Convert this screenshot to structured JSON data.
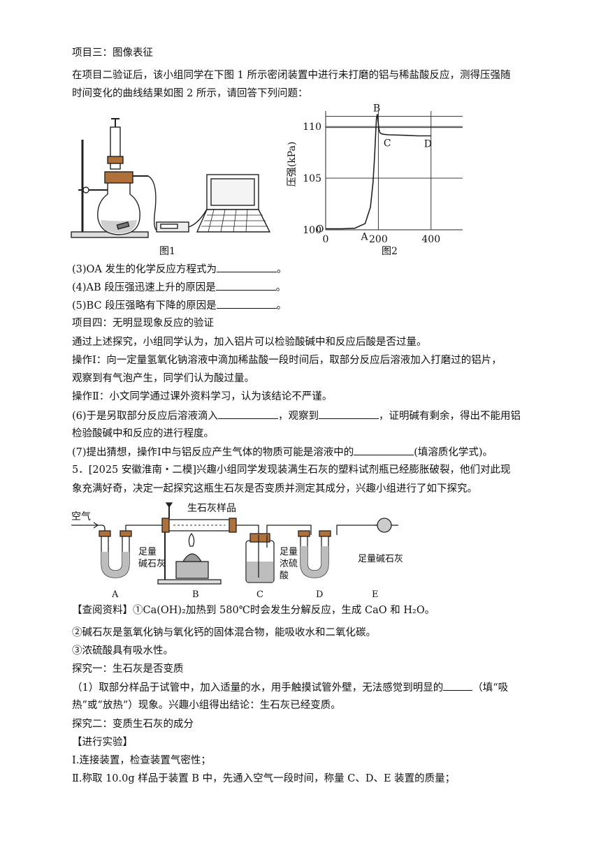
{
  "lines": {
    "l01": "项目三：图像表征",
    "l02": "在项目二验证后，该小组同学在下图 1 所示密闭装置中进行未打磨的铝与稀盐酸反应，测得压强随",
    "l03": "时间变化的曲线结果如图 2 所示，请回答下列问题：",
    "q3": "(3)OA 发生的化学反应方程式为",
    "q4": "(4)AB 段压强迅速上升的原因是",
    "q5": "(5)BC 段压强略有下降的原因是",
    "end_period": "。",
    "p4": "项目四：无明显现象反应的验证",
    "p5": "通过上述探究，小组同学认为，加入铝片可以检验酸碱中和反应后酸是否过量。",
    "p6": "操作Ⅰ：向一定量氢氧化钠溶液中滴加稀盐酸一段时间后，取部分反应后溶液加入打磨过的铝片，",
    "p7": "观察到有气泡产生，同学们认为酸过量。",
    "p8": "操作Ⅱ：小文同学通过课外资料学习，认为该结论不严谨。",
    "q6a": "(6)于是另取部分反应后溶液滴入",
    "q6b": "，观察到",
    "q6c": "，证明碱有剩余，得出不能用铝",
    "q6d": "检验酸碱中和反应的进行程度。",
    "q7a": "(7)提出猜想，操作Ⅰ中与铝反应产生气体的物质可能是溶液中的",
    "q7b": "(填溶质化学式)。",
    "p5a": "5．[2025 安徽淮南・二模]兴趣小组同学发现装满生石灰的塑料试剂瓶已经膨胀破裂，他们对此现",
    "p5b": "象充满好奇，决定一起探究这瓶生石灰是否变质并测定其成分，兴趣小组进行了如下探究。",
    "r1a": "【查阅资料】①",
    "r1b": "加热到 580℃时会发生分解反应，生成 CaO 和 H₂O。",
    "ca_oh2": "Ca(OH)₂",
    "r2": "②碱石灰是氢氧化钠与氧化钙的固体混合物，能吸收水和二氧化碳。",
    "r3": "③浓硫酸具有吸水性。",
    "s1": "探究一：生石灰是否变质",
    "s1q1a": "（1）取部分样品于试管中，加入适量的水，用手触摸试管外壁，无法感觉到明显的",
    "s1q1b": "（填“吸",
    "s1q1c": "热”或“放热”）现象。兴趣小组得出结论：生石灰已经变质。",
    "s2": "探究二：变质生石灰的成分",
    "s3": "【进行实验】",
    "s4": "Ⅰ.连接装置，检查装置气密性；",
    "s5": "Ⅱ.称取 10.0g 样品于装置 B 中，先通入空气一段时间，称量 C、D、E 装置的质量；"
  },
  "figure1": {
    "caption": "图1"
  },
  "figure2": {
    "caption": "图2",
    "ylabel": "压强(kPa)",
    "points": [
      "O",
      "A",
      "B",
      "C",
      "D"
    ]
  },
  "chart_data": {
    "type": "line",
    "title": "",
    "xlabel": "",
    "ylabel": "压强(kPa)",
    "xlim": [
      0,
      520
    ],
    "ylim": [
      100,
      111.5
    ],
    "xticks": [
      0,
      200,
      400
    ],
    "yticks": [
      100,
      105,
      110
    ],
    "grid": true,
    "series": [
      {
        "x": [
          0,
          60,
          110,
          150,
          170,
          180,
          186,
          190,
          193,
          196,
          199,
          202,
          206,
          212,
          220,
          240,
          300,
          350,
          400
        ],
        "y": [
          100.1,
          100.1,
          100.15,
          100.6,
          102.2,
          104.6,
          107.2,
          109.4,
          110.8,
          111.2,
          110.5,
          109.8,
          109.4,
          109.3,
          109.25,
          109.2,
          109.15,
          109.1,
          109.1
        ]
      }
    ],
    "annotations": [
      {
        "text": "O",
        "x": 0,
        "y": 100.1
      },
      {
        "text": "A",
        "x": 150,
        "y": 100.1
      },
      {
        "text": "B",
        "x": 196,
        "y": 111.2
      },
      {
        "text": "C",
        "x": 220,
        "y": 109.3
      },
      {
        "text": "D",
        "x": 400,
        "y": 109.1
      }
    ],
    "reference_lines": [
      111.0,
      109.9
    ]
  },
  "figure3": {
    "label_air": "空气",
    "label_sample": "生石灰样品",
    "label_soda1": [
      "足量",
      "碱石灰"
    ],
    "label_acid": [
      "足量",
      "浓硫",
      "酸"
    ],
    "label_soda2": "足量碱石灰",
    "letters": [
      "A",
      "B",
      "C",
      "D",
      "E"
    ]
  }
}
